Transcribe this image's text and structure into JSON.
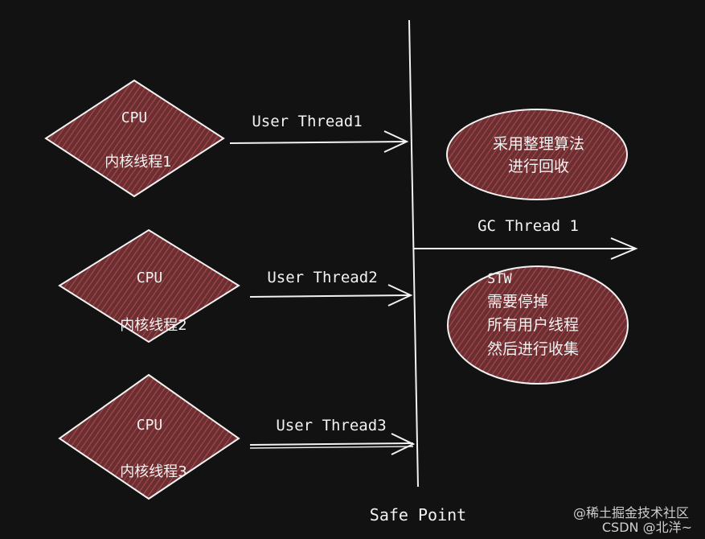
{
  "colors": {
    "background": "#121212",
    "stroke": "#f2f2f2",
    "fill": "#6b2e31",
    "hatch": "#a84a4f",
    "text": "#f2f2f2"
  },
  "cpus": [
    {
      "title": "CPU",
      "subtitle": "内核线程1",
      "arrow_label": "User Thread1"
    },
    {
      "title": "CPU",
      "subtitle": "内核线程2",
      "arrow_label": "User Thread2"
    },
    {
      "title": "CPU",
      "subtitle": "内核线程3",
      "arrow_label": "User Thread3"
    }
  ],
  "safe_point_label": "Safe Point",
  "gc_thread_label": "GC   Thread 1",
  "gc_top_note": [
    "采用整理算法",
    "进行回收"
  ],
  "gc_bottom_note": [
    "STW",
    "需要停掉",
    "所有用户线程",
    "然后进行收集"
  ],
  "watermark": [
    "@稀土掘金技术社区",
    "CSDN @北洋~"
  ]
}
